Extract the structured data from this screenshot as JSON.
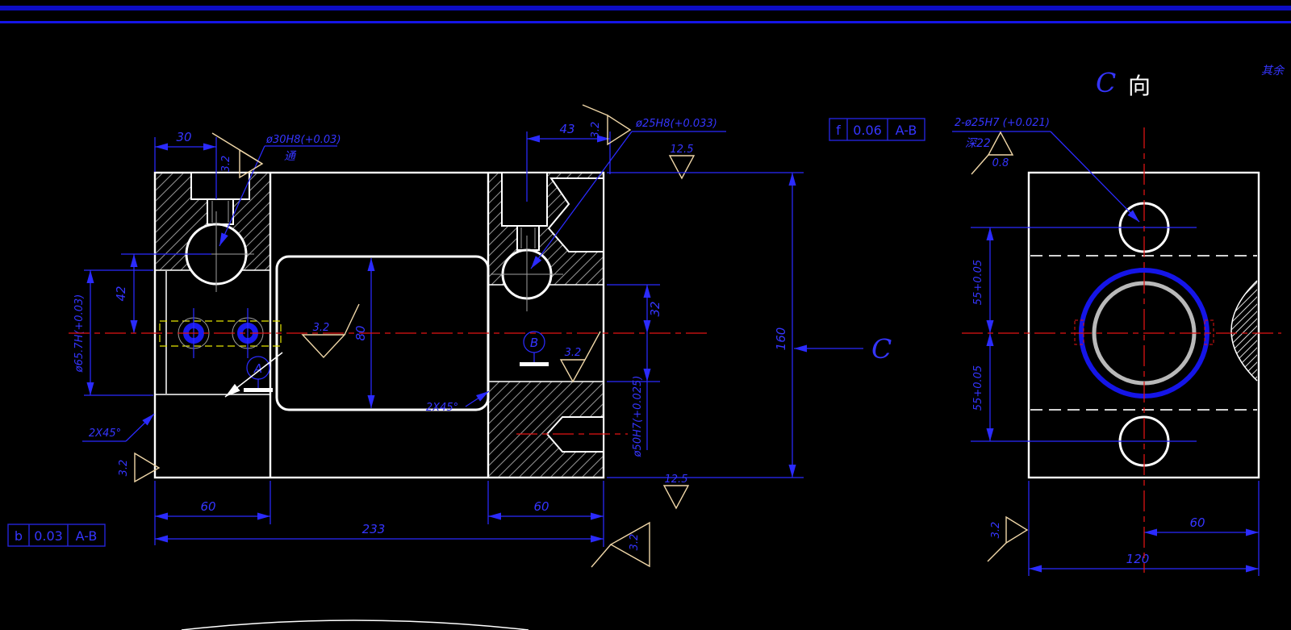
{
  "main_view": {
    "dims": {
      "w30": "30",
      "w43": "43",
      "h42": "42",
      "bore65": "ø65.7H(+0.03)",
      "bore80": "80",
      "h32": "32",
      "bore50": "ø50H7(+0.025)",
      "h160": "160",
      "w60_left": "60",
      "w60_right": "60",
      "w233": "233"
    },
    "chamfers": {
      "left": "2X45°",
      "bore": "2X45°"
    },
    "holes": {
      "h30": {
        "label": "ø30H8(+0.03)",
        "note": "通"
      },
      "h25": {
        "label": "ø25H8(+0.033)"
      }
    },
    "datums": {
      "a": "A",
      "b": "B"
    },
    "roughness": {
      "r30": "3.2",
      "r25": "3.2",
      "r125_top": "12.5",
      "r_bore": "3.2",
      "r_left": "3.2",
      "r_b": "3.2",
      "r_br": "3.2",
      "r125_bottom": "12.5"
    },
    "view_arrow_letter": "C",
    "fcf_top": {
      "symbol": "f",
      "tolerance": "0.06",
      "datums": "A-B"
    },
    "fcf_bottom": {
      "symbol": "b",
      "tolerance": "0.03",
      "datums": "A-B"
    }
  },
  "c_view": {
    "title": {
      "letter": "C",
      "word": "向"
    },
    "corner_note": "其余",
    "holes_label": "2-ø25H7 (+0.021)",
    "holes_depth": "深22",
    "roughness": {
      "r08": "0.8",
      "r_bl": "3.2"
    },
    "dims": {
      "v55_top": "55+0.05",
      "v55_bottom": "55+0.05",
      "w60": "60",
      "w120": "120"
    }
  },
  "colors": {
    "background": "#000000",
    "geometry": "#ffffff",
    "dimension_blue": "#2b2bff",
    "centerline_red": "#e31313",
    "roughness_tan": "#efd6a7",
    "hatch_gray": "#8f8f8f",
    "phantom_yellow": "#e6e600",
    "bore_highlight_blue": "#1515e8",
    "inner_circle_gray": "#b9b9b9"
  }
}
